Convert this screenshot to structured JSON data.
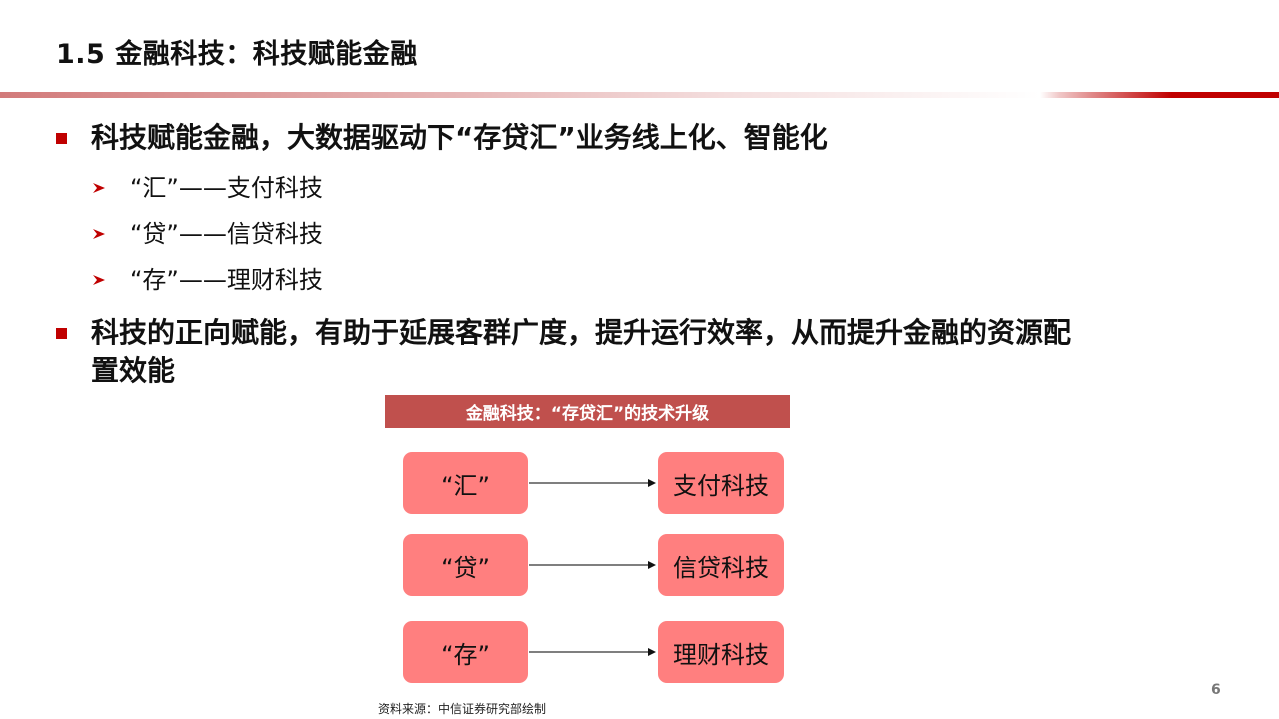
{
  "slide": {
    "title": "1.5 金融科技：科技赋能金融",
    "page_number": "6",
    "accent_color": "#c00000",
    "bullets": [
      {
        "text": "科技赋能金融，大数据驱动下“存贷汇”业务线上化、智能化",
        "sub_items": [
          "“汇”——支付科技",
          "“贷”——信贷科技",
          "“存”——理财科技"
        ]
      },
      {
        "text_line1": "科技的正向赋能，有助于延展客群广度，提升运行效率，从而提升金融的资源配",
        "text_line2": "置效能"
      }
    ]
  },
  "diagram": {
    "header": "金融科技：“存贷汇”的技术升级",
    "header_color": "#c0504d",
    "node_color": "#ff7f7f",
    "rows": [
      {
        "from": "“汇”",
        "to": "支付科技"
      },
      {
        "from": "“贷”",
        "to": "信贷科技"
      },
      {
        "from": "“存”",
        "to": "理财科技"
      }
    ]
  },
  "source": "资料来源：中信证券研究部绘制"
}
